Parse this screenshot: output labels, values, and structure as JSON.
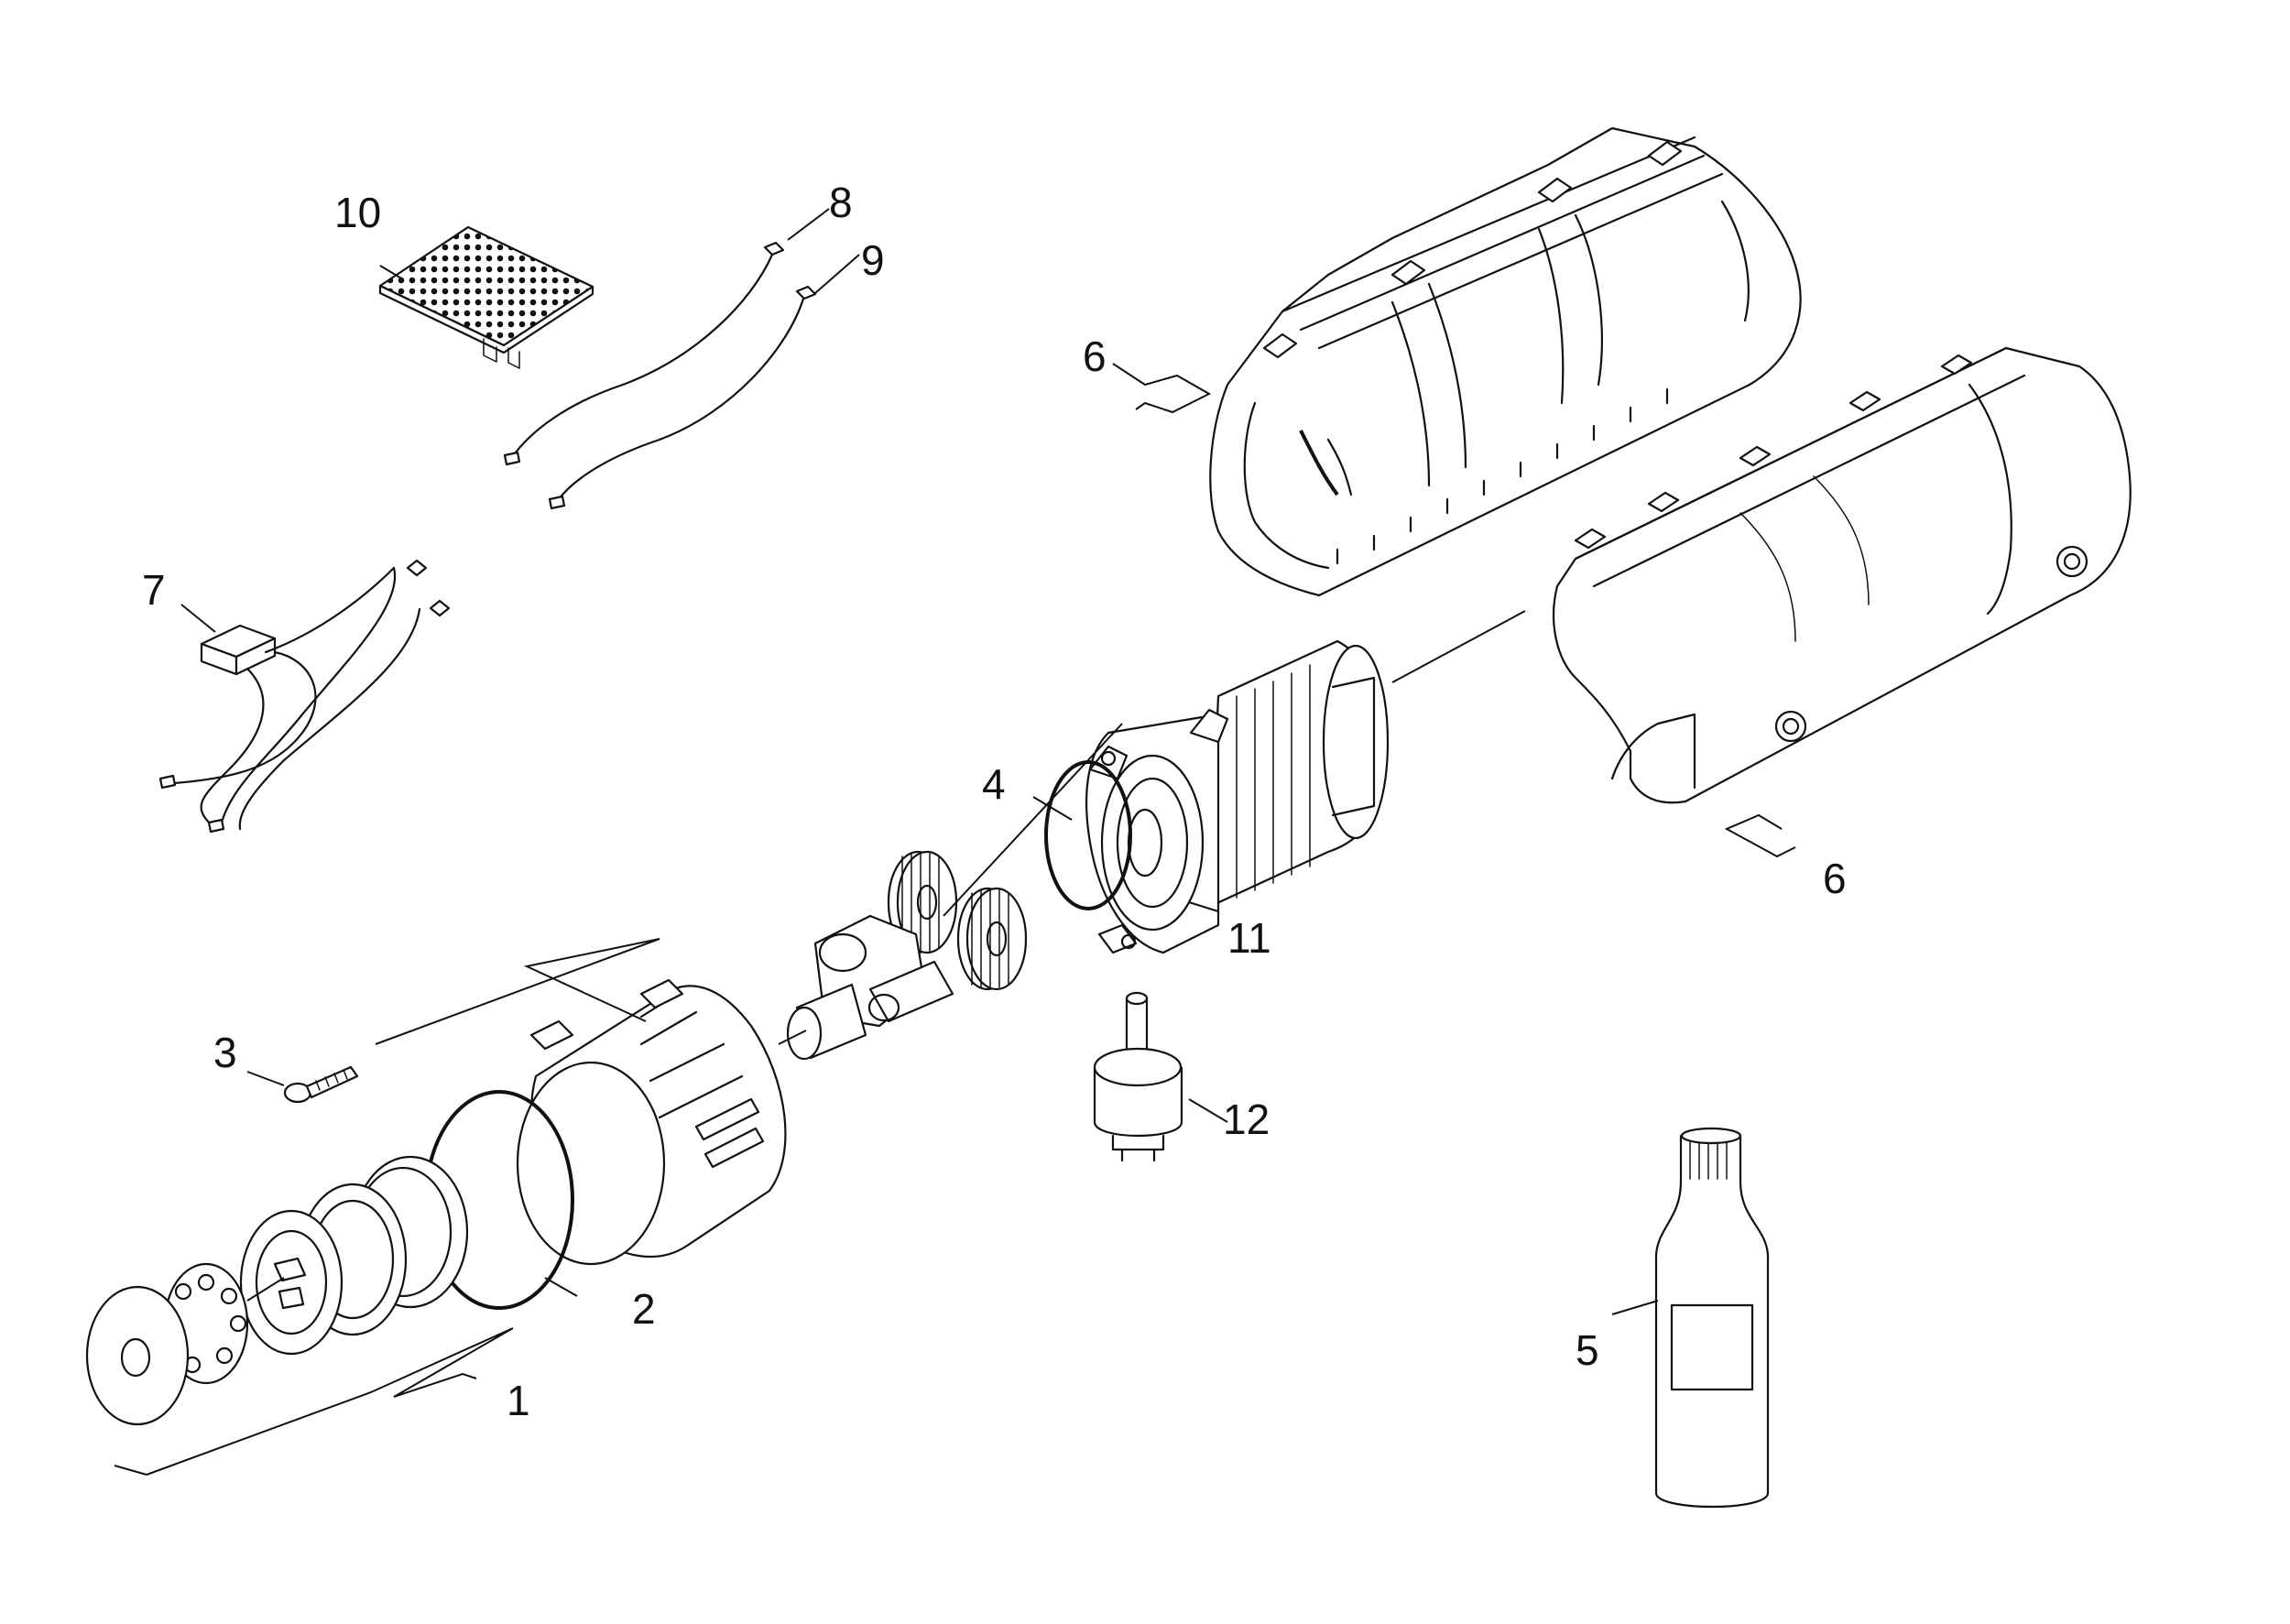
{
  "callouts": {
    "c1": "1",
    "c2": "2",
    "c3": "3",
    "c4": "4",
    "c5": "5",
    "c6a": "6",
    "c6b": "6",
    "c7": "7",
    "c8": "8",
    "c9": "9",
    "c10": "10",
    "c11": "11",
    "c12": "12"
  }
}
